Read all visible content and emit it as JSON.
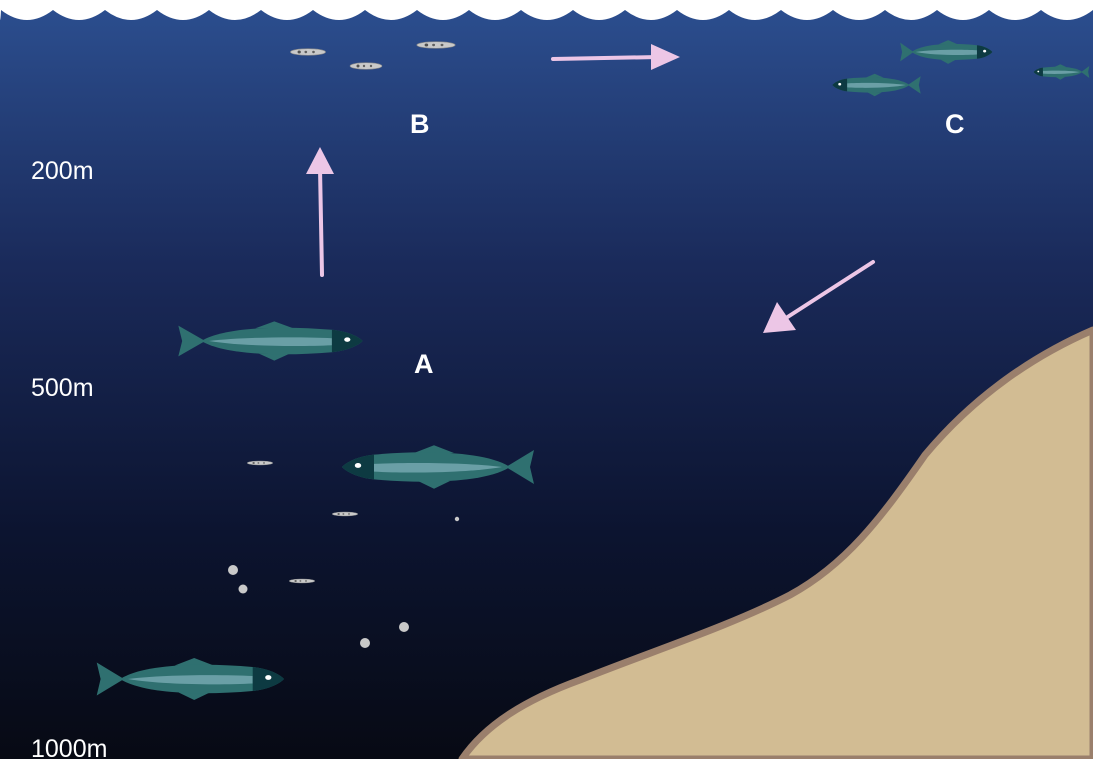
{
  "depth_labels": {
    "d200": "200m",
    "d500": "500m",
    "d1000": "1000m"
  },
  "stage_labels": {
    "a": "A",
    "b": "B",
    "c": "C"
  },
  "colors": {
    "water_surface": "#2c4f90",
    "water_deep": "#070a14",
    "seabed_fill": "#d2bc93",
    "seabed_edge": "#9a7f6c",
    "arrow": "#ecc6e6",
    "fish_body": "#2f7070",
    "fish_stripe": "#6a9fa6",
    "fish_head": "#0d3a42",
    "larva": "#c9c9c9",
    "text": "#ffffff"
  }
}
